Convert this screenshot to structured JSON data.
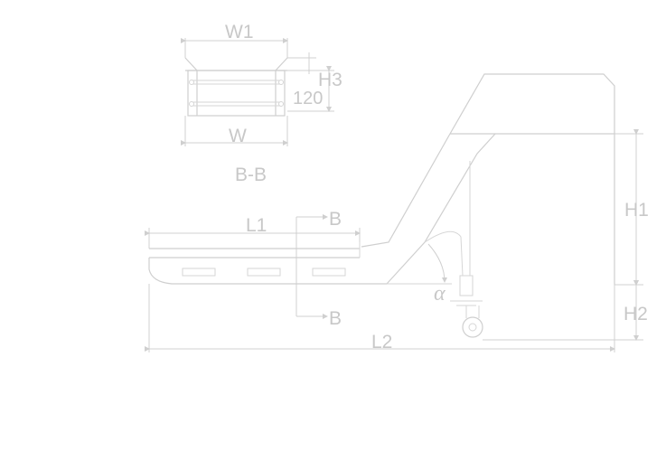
{
  "labels": {
    "w1": "W1",
    "h3": "H3",
    "dim_120": "120",
    "w": "W",
    "section": "B-B",
    "l1": "L1",
    "b_top": "B",
    "b_bottom": "B",
    "h1": "H1",
    "h2": "H2",
    "l2": "L2",
    "alpha": "α"
  }
}
